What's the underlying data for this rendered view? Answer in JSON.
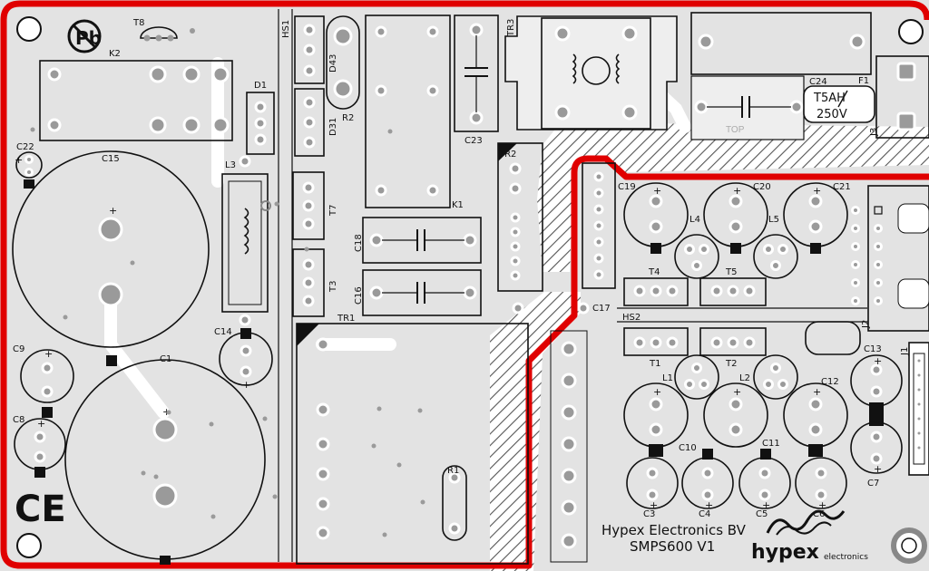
{
  "title": "Hypex Electronics BV",
  "model": "SMPS600 V1",
  "logo": {
    "word": "hypex",
    "sub": "electronics"
  },
  "marks": {
    "ce": "CE",
    "pb": "Pb",
    "top": "TOP"
  },
  "fuse": {
    "line1": "T5AH",
    "line2": "250V"
  },
  "colors": {
    "board": "#e3e3e3",
    "silk": "#111111",
    "pad": "#9a9a9a",
    "boundary": "#e00000",
    "hatch": "#555555"
  },
  "components": {
    "T8": "T8",
    "K2": "K2",
    "HS1": "HS1",
    "D43": "D43",
    "R2": "R2",
    "D31": "D31",
    "TR3": "TR3",
    "C23": "C23",
    "TR2": "TR2",
    "K1": "K1",
    "F1": "F1",
    "C24": "C24",
    "J3": "J3",
    "D1": "D1",
    "C22": "C22",
    "C15": "C15",
    "L3": "L3",
    "T7": "T7",
    "C18": "C18",
    "C16": "C16",
    "T3": "T3",
    "TR1": "TR1",
    "C14": "C14",
    "C9": "C9",
    "C1": "C1",
    "C8": "C8",
    "R1": "R1",
    "C19": "C19",
    "C20": "C20",
    "C21": "C21",
    "L4": "L4",
    "L5": "L5",
    "T4": "T4",
    "T5": "T5",
    "C17": "C17",
    "HS2": "HS2",
    "T1": "T1",
    "T2": "T2",
    "L1": "L1",
    "L2": "L2",
    "C12": "C12",
    "C13": "C13",
    "J1": "J1",
    "J2": "J2",
    "C10": "C10",
    "C11": "C11",
    "C3": "C3",
    "C4": "C4",
    "C5": "C5",
    "C6": "C6",
    "C7": "C7"
  },
  "polarity": "+"
}
